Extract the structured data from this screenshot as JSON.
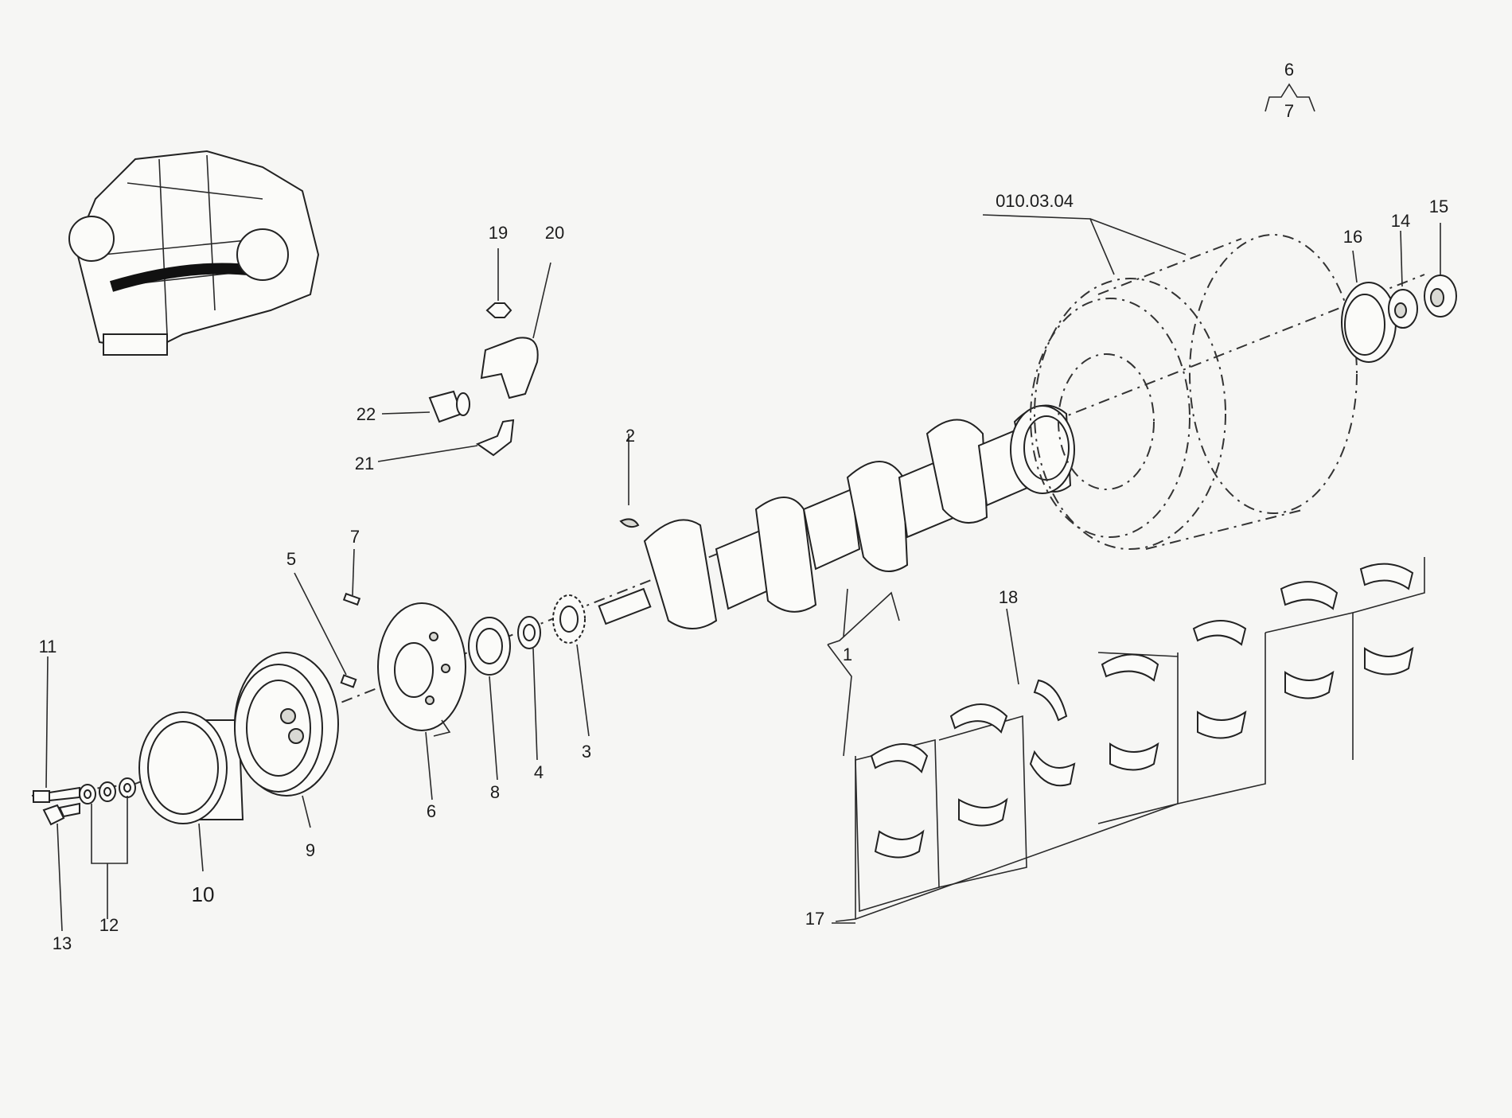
{
  "callouts": [
    {
      "id": "c1",
      "label": "1"
    },
    {
      "id": "c2",
      "label": "2"
    },
    {
      "id": "c3",
      "label": "3"
    },
    {
      "id": "c4",
      "label": "4"
    },
    {
      "id": "c5",
      "label": "5"
    },
    {
      "id": "c6",
      "label": "6"
    },
    {
      "id": "c7",
      "label": "7"
    },
    {
      "id": "c8",
      "label": "8"
    },
    {
      "id": "c9",
      "label": "9"
    },
    {
      "id": "c10",
      "label": "10"
    },
    {
      "id": "c11",
      "label": "11"
    },
    {
      "id": "c12",
      "label": "12"
    },
    {
      "id": "c13",
      "label": "13"
    },
    {
      "id": "c14",
      "label": "14"
    },
    {
      "id": "c15",
      "label": "15"
    },
    {
      "id": "c16",
      "label": "16"
    },
    {
      "id": "c17",
      "label": "17"
    },
    {
      "id": "c18",
      "label": "18"
    },
    {
      "id": "c19",
      "label": "19"
    },
    {
      "id": "c20",
      "label": "20"
    },
    {
      "id": "c21",
      "label": "21"
    },
    {
      "id": "c22",
      "label": "22"
    }
  ],
  "reference_label": "010.03.04",
  "page_marker": {
    "top": "6",
    "bottom": "7"
  }
}
